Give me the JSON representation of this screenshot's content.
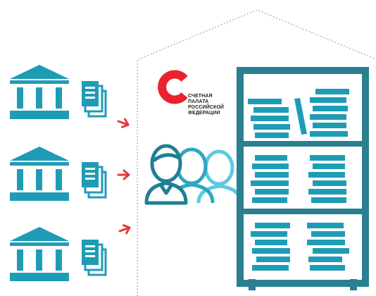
{
  "logo": {
    "name": "accounts-chamber-logo",
    "lines": [
      "СЧЕТНАЯ",
      "ПАЛАТА",
      "РОССИЙСКОЙ",
      "ФЕДЕРАЦИИ"
    ],
    "colors": {
      "ring": "#e8232d",
      "text": "#1f1f1f"
    }
  },
  "colors": {
    "primary": "#1f9cb5",
    "dark": "#1f7f93",
    "light": "#5ec9e0",
    "arrow": "#e23a3f",
    "shelf": "#2a7f90"
  },
  "icons": [
    "institution-icon",
    "documents-icon",
    "arrow-icon",
    "people-group-icon",
    "archive-shelf-icon"
  ]
}
